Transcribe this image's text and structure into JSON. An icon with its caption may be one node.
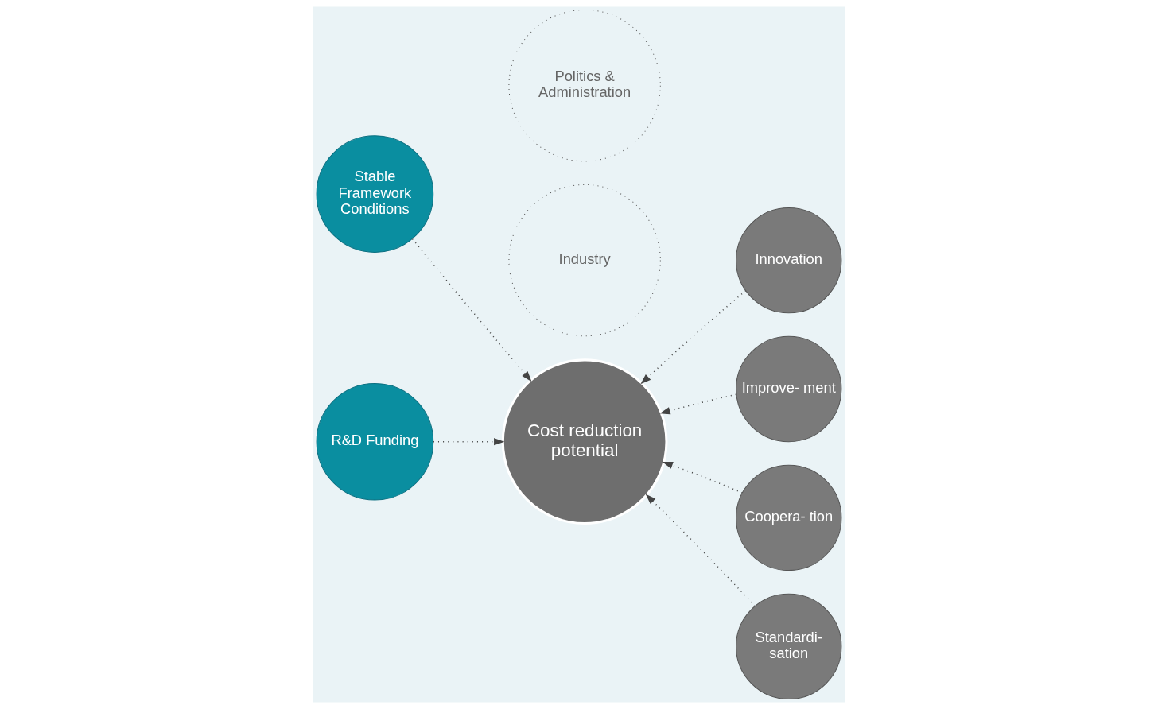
{
  "diagram": {
    "nodes": [
      {
        "text": [
          "Politics & Administration"
        ]
      },
      {
        "text": [
          "Industry"
        ]
      },
      {
        "text": [
          "Stable Framework Conditions"
        ]
      },
      {
        "text": [
          "R&D Funding"
        ]
      },
      {
        "text": [
          "Cost reduction potential"
        ]
      },
      {
        "text": [
          "Innovation"
        ]
      },
      {
        "text": [
          "Improve- ment"
        ]
      },
      {
        "text": [
          "Coopera- tion"
        ]
      },
      {
        "text": [
          "Standardi- sation"
        ]
      }
    ],
    "edges": [
      {
        "from": 2,
        "to": 4,
        "arrow": "to",
        "style": "dashed"
      },
      {
        "from": 3,
        "to": 4,
        "arrow": "to",
        "style": "dashed"
      },
      {
        "from": 5,
        "to": 4,
        "arrow": "to",
        "style": "dashed"
      },
      {
        "from": 6,
        "to": 4,
        "arrow": "to",
        "style": "dashed"
      },
      {
        "from": 7,
        "to": 4,
        "arrow": "to",
        "style": "dashed"
      },
      {
        "from": 8,
        "to": 4,
        "arrow": "to",
        "style": "dashed"
      }
    ]
  }
}
